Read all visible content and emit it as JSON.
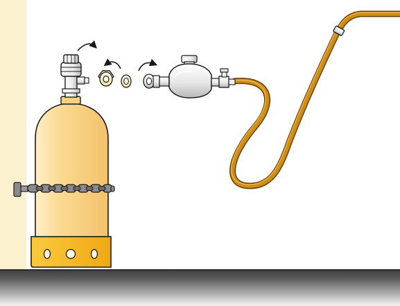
{
  "illustration": {
    "elements": [
      "gas-cylinder",
      "cylinder-valve",
      "union-nut",
      "sealing-washer",
      "regulator-inlet-nut",
      "pressure-regulator",
      "outlet-valve",
      "hose-clamp",
      "gas-hose",
      "wall-chain",
      "cylinder-foot-ring"
    ],
    "rotation_arrows": [
      "valve-cap",
      "union-nut",
      "regulator-inlet"
    ]
  },
  "colors": {
    "wall": "#fcf1cf",
    "cylinder": "#fcd991",
    "cylinder_shadow": "#f1c06a",
    "cylinder_highlight": "#ffedc0",
    "foot_ring": "#f6b320",
    "chain": "#7b7b7b",
    "fitting_light": "#ffffff",
    "fitting_shade": "#c8c8c8",
    "brass_nut": "#fff3c4",
    "regulator": "#f6f6f6",
    "hose": "#c98612",
    "hose_dark": "#6a3e06",
    "floor_top": "#4b4b4b",
    "floor_bottom": "#f4f4f4",
    "outline": "#1a1a1a"
  }
}
